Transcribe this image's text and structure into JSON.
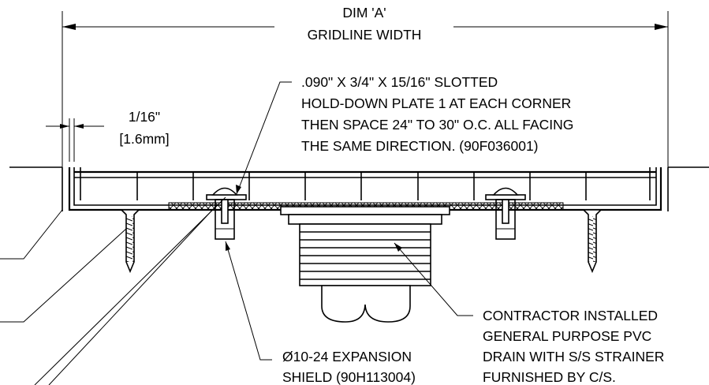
{
  "dimension": {
    "title": "DIM 'A'",
    "subtitle": "GRIDLINE WIDTH",
    "gap_label": "1/16\"",
    "gap_label_metric": "[1.6mm]"
  },
  "callouts": {
    "hold_down_plate": [
      ".090\" X 3/4\" X 15/16\" SLOTTED",
      "HOLD-DOWN PLATE 1 AT EACH CORNER",
      "THEN SPACE 24\" TO 30\" O.C. ALL FACING",
      "THE SAME DIRECTION. (90F036001)"
    ],
    "drain": [
      "CONTRACTOR INSTALLED",
      "GENERAL PURPOSE PVC",
      "DRAIN WITH S/S STRAINER",
      "FURNISHED BY C/S."
    ],
    "expansion_shield": [
      "Ø10-24 EXPANSION",
      "SHIELD (90H113004)"
    ]
  }
}
